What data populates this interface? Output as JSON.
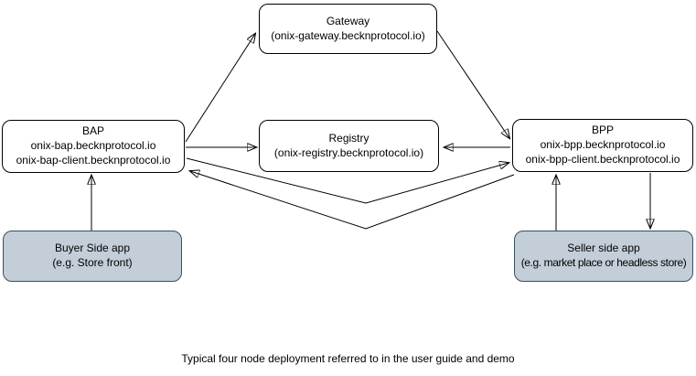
{
  "diagram": {
    "caption": "Typical four node deployment referred to in the user guide and demo",
    "nodes": {
      "gateway": {
        "lines": [
          "Gateway",
          "(onix-gateway.becknprotocol.io)"
        ]
      },
      "bap": {
        "lines": [
          "BAP",
          "onix-bap.becknprotocol.io",
          "onix-bap-client.becknprotocol.io"
        ]
      },
      "registry": {
        "lines": [
          "Registry",
          "(onix-registry.becknprotocol.io)"
        ]
      },
      "bpp": {
        "lines": [
          "BPP",
          "onix-bpp.becknprotocol.io",
          "onix-bpp-client.becknprotocol.io"
        ]
      },
      "buyer_app": {
        "lines": [
          "Buyer Side app",
          "(e.g. Store front)"
        ]
      },
      "seller_app": {
        "lines": [
          "Seller side app",
          "(e.g. market place or headless store)"
        ]
      }
    },
    "edges": [
      {
        "from": "bap",
        "to": "gateway",
        "arrow": "end"
      },
      {
        "from": "gateway",
        "to": "bpp",
        "arrow": "end"
      },
      {
        "from": "bap",
        "to": "registry",
        "arrow": "end"
      },
      {
        "from": "bpp",
        "to": "registry",
        "arrow": "end"
      },
      {
        "from": "bap",
        "to": "bpp",
        "arrow": "end",
        "route": "v-shape below registry"
      },
      {
        "from": "bpp",
        "to": "bap",
        "arrow": "end",
        "route": "v-shape below registry"
      },
      {
        "from": "buyer_app",
        "to": "bap",
        "arrow": "end"
      },
      {
        "from": "seller_app",
        "to": "bpp",
        "arrow": "end"
      },
      {
        "from": "bpp",
        "to": "seller_app",
        "arrow": "end"
      }
    ],
    "colors": {
      "node_fill": "#ffffff",
      "node_stroke": "#000000",
      "app_fill": "#c3ced8",
      "app_stroke": "#36505f",
      "arrow": "#000000",
      "bg": "#ffffff"
    }
  }
}
